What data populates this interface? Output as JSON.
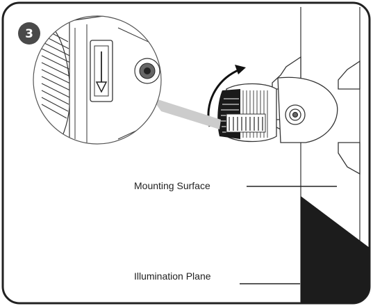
{
  "step": {
    "number": "3"
  },
  "labels": {
    "mounting_surface": "Mounting Surface",
    "illumination_plane": "Illumination Plane"
  },
  "colors": {
    "frame": "#222222",
    "badge": "#4a4a4a",
    "plane": "#1c1c1c",
    "callout": "#cccccc"
  },
  "icons": {
    "rotation": "curved-arrow-icon",
    "direction": "down-arrow-icon"
  }
}
